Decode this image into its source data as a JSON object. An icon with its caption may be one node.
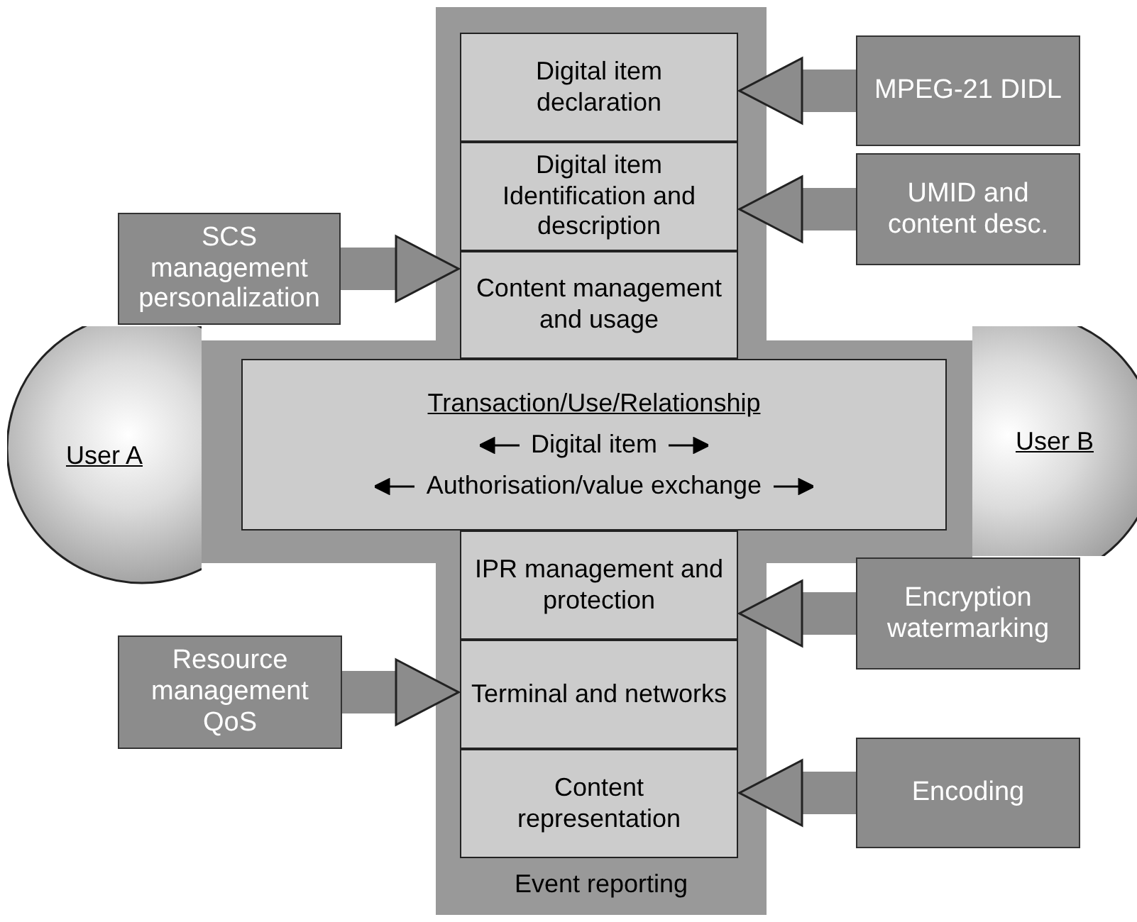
{
  "diagram": {
    "nodes": [
      {
        "text": [
          "Event reporting"
        ]
      },
      {
        "text": [
          "Digital item declaration"
        ],
        "in": 0
      },
      {
        "text": [
          "MPEG-21 DIDL"
        ]
      },
      {
        "text": [
          "Digital item Identification and description"
        ],
        "in": 0
      },
      {
        "text": [
          "UMID and content desc."
        ]
      },
      {
        "text": [
          "SCS management personalization"
        ]
      },
      {
        "text": [
          "Content management and usage"
        ],
        "in": 0
      },
      {
        "text": [
          "User A"
        ]
      },
      {
        "text": [
          "Transaction/Use/Relationship",
          "Digital item",
          "Authorisation/value exchange"
        ],
        "in": 0
      },
      {
        "text": [
          "User B"
        ]
      },
      {
        "text": [
          "IPR management and protection"
        ],
        "in": 0
      },
      {
        "text": [
          "Encryption watermarking"
        ]
      },
      {
        "text": [
          "Resource management QoS"
        ]
      },
      {
        "text": [
          "Terminal and networks"
        ],
        "in": 0
      },
      {
        "text": [
          "Content representation"
        ],
        "in": 0
      },
      {
        "text": [
          "Encoding"
        ]
      }
    ],
    "edges": [
      {
        "from": 2,
        "to": 1,
        "arrow": "to"
      },
      {
        "from": 4,
        "to": 3,
        "arrow": "to"
      },
      {
        "from": 5,
        "to": 6,
        "arrow": "to"
      },
      {
        "from": 11,
        "to": 10,
        "arrow": "to"
      },
      {
        "from": 12,
        "to": 13,
        "arrow": "to"
      },
      {
        "from": 15,
        "to": 14,
        "arrow": "to"
      }
    ]
  }
}
